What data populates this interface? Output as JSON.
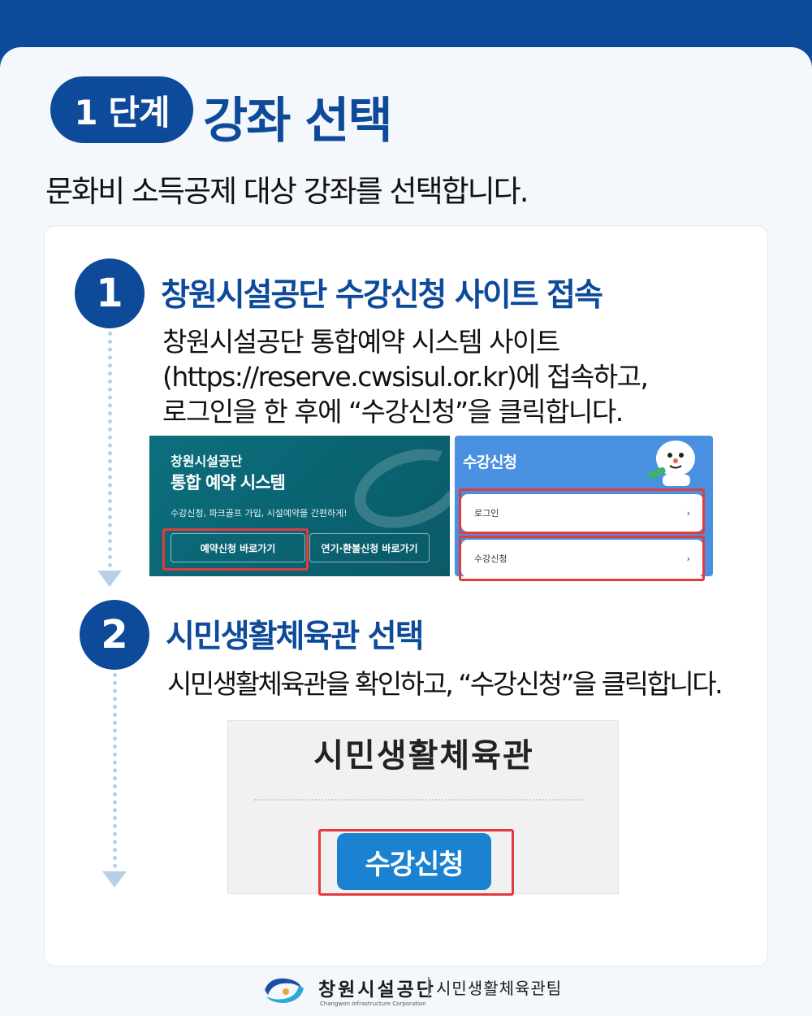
{
  "header": {
    "step_label": "1 단계",
    "step_title": "강좌 선택",
    "subtitle": "문화비 소득공제 대상 강좌를 선택합니다."
  },
  "steps": [
    {
      "number": "1",
      "title": "창원시설공단 수강신청 사이트 접속",
      "desc_lines": [
        "창원시설공단 통합예약 시스템 사이트",
        "(https://reserve.cwsisul.or.kr)에 접속하고,",
        "로그인을 한 후에 “수강신청”을 클릭합니다."
      ]
    },
    {
      "number": "2",
      "title": "시민생활체육관 선택",
      "desc_lines": [
        "시민생활체육관을 확인하고, “수강신청”을 클릭합니다."
      ]
    }
  ],
  "screenshot_left": {
    "org": "창원시설공단",
    "system": "통합 예약 시스템",
    "tagline": "수강신청, 파크골프 가입, 시설예약을 간편하게!",
    "btn_reserve": "예약신청 바로가기",
    "btn_refund": "연기·환불신청 바로가기"
  },
  "screenshot_right": {
    "title": "수강신청",
    "row_login": "로그인",
    "row_course": "수강신청",
    "chevron": "›"
  },
  "screenshot_bottom": {
    "title": "시민생활체육관",
    "button": "수강신청"
  },
  "footer": {
    "org_name": "창원시설공단",
    "org_name_en": "Changwon Infrastructure Corporation",
    "team": "시민생활체육관팀"
  },
  "colors": {
    "brand_blue": "#0d4a9a",
    "highlight_red": "#e23b3b",
    "button_blue": "#1a82d0"
  }
}
